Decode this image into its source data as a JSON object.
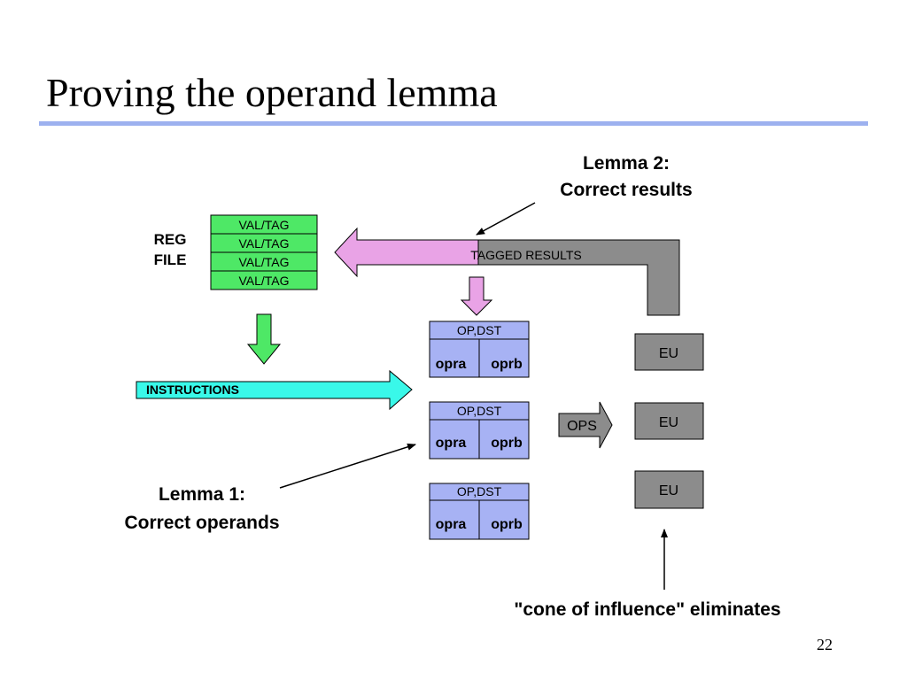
{
  "slide": {
    "title": "Proving the operand lemma",
    "page_number": "22"
  },
  "reg_file": {
    "label_line1": "REG",
    "label_line2": "FILE",
    "rows": [
      "VAL/TAG",
      "VAL/TAG",
      "VAL/TAG",
      "VAL/TAG"
    ]
  },
  "arrows": {
    "tagged_results": "TAGGED RESULTS",
    "instructions": "INSTRUCTIONS",
    "ops": "OPS"
  },
  "reservation_stations": [
    {
      "header": "OP,DST",
      "left": "opra",
      "right": "oprb"
    },
    {
      "header": "OP,DST",
      "left": "opra",
      "right": "oprb"
    },
    {
      "header": "OP,DST",
      "left": "opra",
      "right": "oprb"
    }
  ],
  "execution_units": [
    "EU",
    "EU",
    "EU"
  ],
  "annotations": {
    "lemma2_line1": "Lemma 2:",
    "lemma2_line2": "Correct results",
    "lemma1_line1": "Lemma 1:",
    "lemma1_line2": "Correct operands",
    "cone": "\"cone of influence\" eliminates"
  },
  "colors": {
    "reg_green": "#4ee866",
    "down_green": "#4ee866",
    "pink": "#e9a3e6",
    "gray": "#8c8c8c",
    "cyan": "#39f8e9",
    "rs_blue": "#a7b2f4",
    "title_rule": "#9db1ef"
  }
}
